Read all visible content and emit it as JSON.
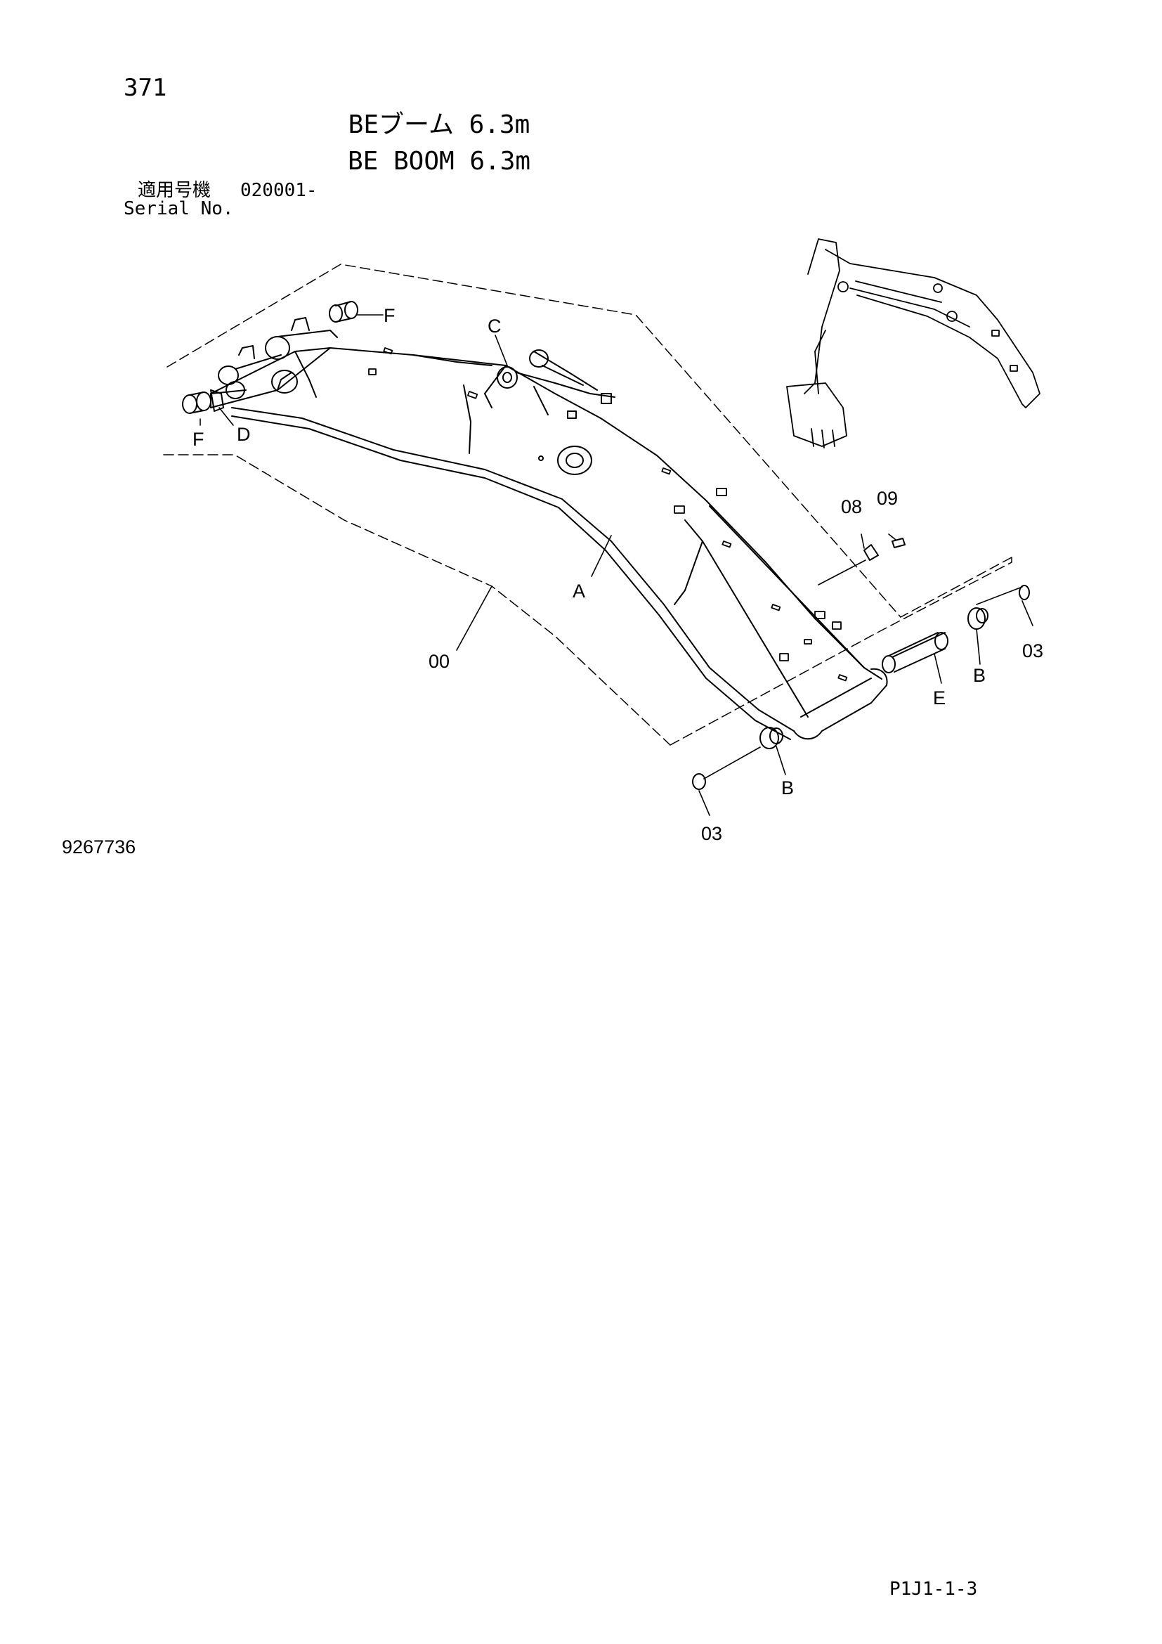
{
  "header": {
    "page_number": "371",
    "title_jp": "BEブーム 6.3m",
    "title_en": "BE BOOM 6.3m",
    "serial_label_jp": "適用号機",
    "serial_value": "020001-",
    "serial_label_en": "Serial No."
  },
  "callouts": {
    "f_top": "F",
    "f_left": "F",
    "d": "D",
    "c": "C",
    "a": "A",
    "assembly": "00",
    "part_08": "08",
    "part_09": "09",
    "part_03_right": "03",
    "b_right": "B",
    "e": "E",
    "b_bottom": "B",
    "part_03_bottom": "03"
  },
  "drawing_number": "9267736",
  "footer_code": "P1J1-1-3"
}
